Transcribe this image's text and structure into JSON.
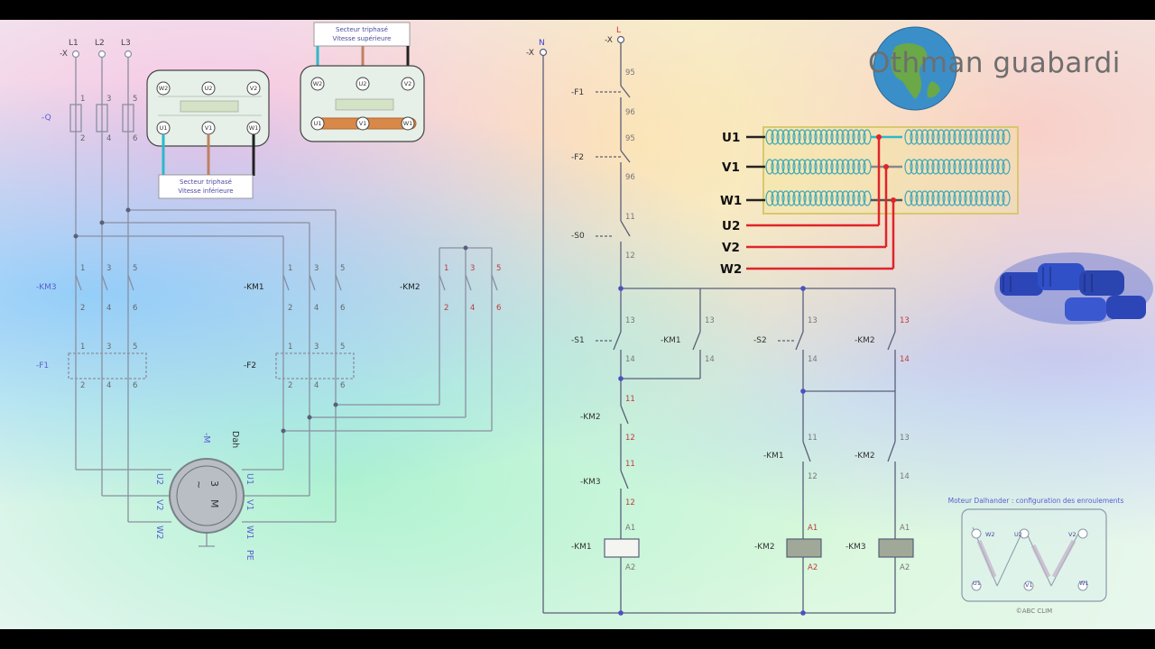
{
  "channel": {
    "author": "Othman guabardi"
  },
  "colors": {
    "wire": "#8a8fa0",
    "redWire": "#e0242a",
    "coil": "#9fa7a3",
    "ctrlWire": "#5a5f7a"
  },
  "power": {
    "phase_labels": [
      "L1",
      "L2",
      "L3"
    ],
    "x_marker": "-X",
    "fuse_tag": "-Q",
    "fuse_terms_top": [
      "1",
      "3",
      "5"
    ],
    "fuse_terms_bot": [
      "2",
      "4",
      "6"
    ],
    "km3_tag": "-KM3",
    "km1_tag": "-KM1",
    "km2_tag": "-KM2",
    "f1_tag": "-F1",
    "f2_tag": "-F2",
    "contact_top": [
      "1",
      "3",
      "5"
    ],
    "contact_bot": [
      "2",
      "4",
      "6"
    ],
    "motor": {
      "tag": "-M",
      "type": "Dah",
      "left_terms": [
        "U2",
        "V2",
        "W2"
      ],
      "right_terms": [
        "U1",
        "V1",
        "W1"
      ],
      "pe": "PE",
      "inner_m": "M",
      "inner_3": "3",
      "inner_tilde": "~"
    }
  },
  "box_low": {
    "caption_line1": "Secteur triphasé",
    "caption_line2": "Vitesse inférieure",
    "top_terms": [
      "W2",
      "U2",
      "V2"
    ],
    "bottom_terms": [
      "U1",
      "V1",
      "W1"
    ]
  },
  "box_high": {
    "caption_line1": "Secteur triphasé",
    "caption_line2": "Vitesse supérieure",
    "top_terms": [
      "W2",
      "U2",
      "V2"
    ],
    "bottom_terms": [
      "U1",
      "V1",
      "W1"
    ]
  },
  "control": {
    "n_label": "N",
    "l_label": "L",
    "x_marker": "-X",
    "f1": {
      "tag": "-F1",
      "t1": "95",
      "t2": "96"
    },
    "f2": {
      "tag": "-F2",
      "t1": "95",
      "t2": "96"
    },
    "s0": {
      "tag": "-S0",
      "t1": "11",
      "t2": "12"
    },
    "s1": {
      "tag": "-S1",
      "t1": "13",
      "t2": "14"
    },
    "km1_hold": {
      "tag": "-KM1",
      "t1": "13",
      "t2": "14"
    },
    "s2": {
      "tag": "-S2",
      "t1": "13",
      "t2": "14"
    },
    "km2_hold": {
      "tag": "-KM2",
      "t1": "13",
      "t2": "14"
    },
    "km2_nc": {
      "tag": "-KM2",
      "t1": "11",
      "t2": "12"
    },
    "km3_nc": {
      "tag": "-KM3",
      "t1": "11",
      "t2": "12"
    },
    "km1_nc": {
      "tag": "-KM1",
      "t1": "11",
      "t2": "12"
    },
    "km2_no": {
      "tag": "-KM2",
      "t1": "13",
      "t2": "14"
    },
    "coil_km1": {
      "tag": "-KM1",
      "a1": "A1",
      "a2": "A2"
    },
    "coil_km2": {
      "tag": "-KM2",
      "a1": "A1",
      "a2": "A2"
    },
    "coil_km3": {
      "tag": "-KM3",
      "a1": "A1",
      "a2": "A2"
    }
  },
  "windings": {
    "labels": [
      "U1",
      "V1",
      "W1",
      "U2",
      "V2",
      "W2"
    ]
  },
  "dahlander_card": {
    "title": "Moteur Dalhander : configuration des enroulements",
    "terms": [
      "W2",
      "U2",
      "V2",
      "U1",
      "V1",
      "W1"
    ],
    "footer": "©ABC CLIM"
  }
}
